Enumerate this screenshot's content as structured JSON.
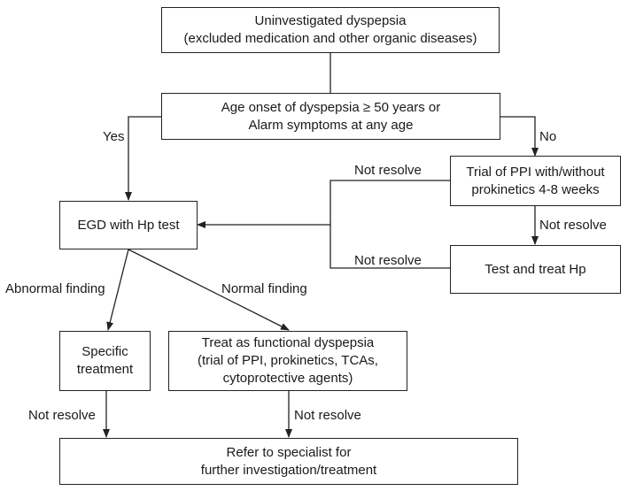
{
  "nodes": {
    "start": {
      "lines": [
        "Uninvestigated dyspepsia",
        "(excluded medication and other organic diseases)"
      ]
    },
    "age": {
      "lines": [
        "Age onset of dyspepsia ≥ 50 years or",
        "Alarm symptoms at any age"
      ]
    },
    "ppi": {
      "lines": [
        "Trial of PPI with/without",
        "prokinetics 4-8 weeks"
      ]
    },
    "egd": {
      "lines": [
        "EGD with Hp test"
      ]
    },
    "hp": {
      "lines": [
        "Test and treat Hp"
      ]
    },
    "specific": {
      "lines": [
        "Specific",
        "treatment"
      ]
    },
    "functional": {
      "lines": [
        "Treat as functional dyspepsia",
        "(trial of PPI, prokinetics, TCAs,",
        "cytoprotective agents)"
      ]
    },
    "refer": {
      "lines": [
        "Refer to specialist for",
        "further investigation/treatment"
      ]
    }
  },
  "edge_labels": {
    "yes": "Yes",
    "no": "No",
    "ppi_not_resolve_left": "Not resolve",
    "ppi_not_resolve_down": "Not resolve",
    "hp_not_resolve": "Not resolve",
    "abnormal": "Abnormal finding",
    "normal": "Normal finding",
    "specific_not_resolve": "Not resolve",
    "functional_not_resolve": "Not resolve"
  }
}
